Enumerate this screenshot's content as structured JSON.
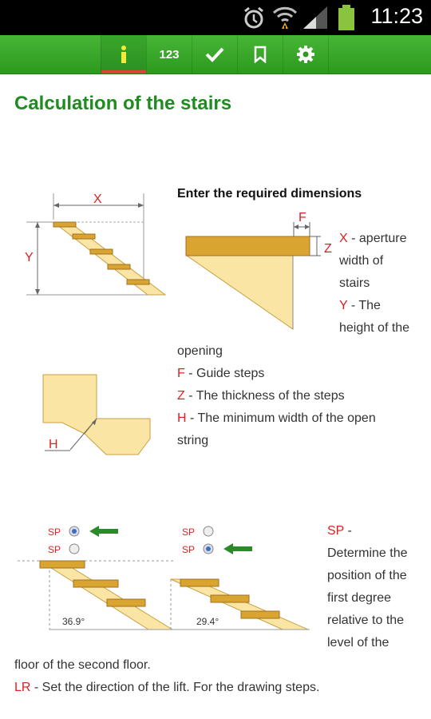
{
  "status_bar": {
    "time": "11:23",
    "icons": [
      "alarm-icon",
      "wifi-icon",
      "signal-icon",
      "battery-icon"
    ]
  },
  "toolbar": {
    "tabs": [
      {
        "id": "info",
        "icon": "info-icon",
        "label": "i"
      },
      {
        "id": "calc",
        "icon": "numbers-icon",
        "label": "123"
      },
      {
        "id": "check",
        "icon": "check-icon",
        "label": ""
      },
      {
        "id": "bookmark",
        "icon": "bookmark-icon",
        "label": ""
      },
      {
        "id": "settings",
        "icon": "gear-icon",
        "label": ""
      }
    ],
    "active_tab": "info",
    "accent": "#e0403a",
    "bar_color": "#3aa62b"
  },
  "page": {
    "title": "Calculation of the stairs",
    "title_color": "#1e8c1e"
  },
  "instructions": {
    "heading": "Enter the required dimensions",
    "x_key": "X",
    "x_line1": " - aperture",
    "x_line2": "width of",
    "x_line3": "stairs",
    "y_key": "Y",
    "y_line1": " - The",
    "y_line2": "height of the",
    "y_line3": "opening",
    "f_key": "F",
    "f_text": " - Guide steps",
    "z_key": "Z",
    "z_text": " - The thickness of the steps",
    "h_key": "H",
    "h_line1": " - The minimum width of the open",
    "h_line2": "string"
  },
  "diagram_labels": {
    "x": "X",
    "y": "Y",
    "f": "F",
    "z": "Z",
    "h": "H"
  },
  "sp_section": {
    "left_radio_1": "SP",
    "left_radio_2": "SP",
    "right_radio_1": "SP",
    "right_radio_2": "SP",
    "left_angle": "36.9°",
    "right_angle": "29.4°",
    "sp_key": "SP",
    "sp_line0": " -",
    "sp_line1": "Determine the",
    "sp_line2": "position of the",
    "sp_line3": "first degree",
    "sp_line4": "relative to the",
    "sp_line5": "level of the",
    "sp_line6": "floor of the second floor.",
    "lr_key": "LR",
    "lr_text": " - Set the direction of the lift. For the drawing steps."
  }
}
